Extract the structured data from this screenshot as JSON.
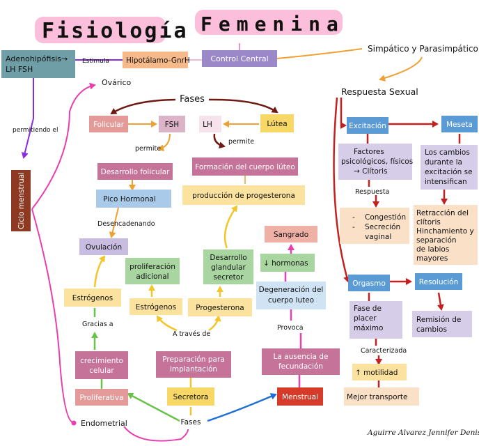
{
  "title": {
    "word1": "Fisiología",
    "word2": "Femenina"
  },
  "top": {
    "adeno_line1": "Adenohipófisis→",
    "adeno_line2": "LH FSH",
    "estimula": "Estimula",
    "hipotalamo": "Hipotálamo-GnrH",
    "control_central": "Control Central",
    "simpatico": "Simpático y Parasimpático"
  },
  "left": {
    "ovarico": "Ovárico",
    "permitiendo": "permitiendo el",
    "ciclo": "Ciclo menstrual",
    "endometrial": "Endometrial"
  },
  "ovario": {
    "fases": "Fases",
    "folicular": "Folicular",
    "fsh": "FSH",
    "lh": "LH",
    "lutea": "Lútea",
    "permite1": "permite",
    "permite2": "permite",
    "desarrollo_folicular": "Desarrollo folicular",
    "formacion_luteo": "Formación del cuerpo lúteo",
    "pico_hormonal": "Pico Hormonal",
    "produccion_progesterona": "producción de progesterona",
    "desencadenando": "Desencadenando",
    "ovulacion": "Ovulación",
    "estrogenos1": "Estrógenos",
    "gracias_a": "Gracias a",
    "crecimiento_line1": "crecimiento",
    "crecimiento_line2": "celular",
    "proliferativa": "Proliferativa"
  },
  "endometrio": {
    "proliferacion_line1": "proliferación",
    "proliferacion_line2": "adicional",
    "estrogenos2": "Estrógenos",
    "desarrollo_line1": "Desarrollo",
    "desarrollo_line2": "glandular",
    "desarrollo_line3": "secretor",
    "progesterona": "Progesterona",
    "a_traves_de": "A través de",
    "preparacion_line1": "Preparación para",
    "preparacion_line2": "implantación",
    "secretora": "Secretora",
    "fases": "Fases",
    "sangrado": "Sangrado",
    "hormonas": "↓ hormonas",
    "degeneracion_line1": "Degeneración del",
    "degeneracion_line2": "cuerpo luteo",
    "provoca": "Provoca",
    "ausencia_line1": "La ausencia de",
    "ausencia_line2": "fecundación",
    "menstrual": "Menstrual"
  },
  "respuesta": {
    "title": "Respuesta Sexual",
    "excitacion": "Excitación",
    "meseta": "Meseta",
    "factores_line1": "Factores",
    "factores_line2": "psicológicos, físicos",
    "factores_line3": "→ Clítoris",
    "respuesta_label": "Respuesta",
    "cambios_line1": "Los cambios",
    "cambios_line2": "durante la",
    "cambios_line3": "excitación se",
    "cambios_line4": "intensifican",
    "congestion_dash1": "-",
    "congestion_line1": "Congestión",
    "congestion_dash2": "-",
    "congestion_line2": "Secreción",
    "congestion_line3": "vaginal",
    "retraccion_line1": "Retracción del",
    "retraccion_line2": "clítoris",
    "retraccion_line3": "Hinchamiento y",
    "retraccion_line4": "separación",
    "retraccion_line5": "de labios",
    "retraccion_line6": "mayores",
    "orgasmo": "Orgasmo",
    "resolucion": "Resolución",
    "fase_line1": "Fase de",
    "fase_line2": "placer",
    "fase_line3": "máximo",
    "remision_line1": "Remisión  de",
    "remision_line2": "cambios",
    "caracterizada": "Caracterizada",
    "motilidad": "↑ motilidad",
    "mejor_transporte": "Mejor transporte"
  },
  "author": "Aguirre   Alvarez  Jennifer  Denisse",
  "colors": {
    "pink_title": "#f06aa8",
    "orange": "#f4a43a",
    "purple_box": "#9a88c8",
    "teal_box": "#6f9ea6",
    "blue_box": "#5b9bd5",
    "rust_box": "#8e3a22",
    "magenta_line": "#e83faf",
    "dark_red": "#b01818"
  }
}
